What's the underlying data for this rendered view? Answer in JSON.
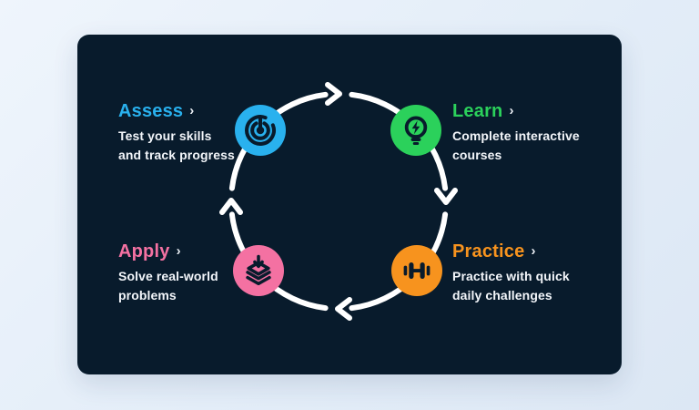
{
  "page": {
    "background_top": "#EFF5FC",
    "background_bottom": "#DCE7F4"
  },
  "card": {
    "background": "#081B2C",
    "ring_color": "#FFFFFF",
    "direction": "clockwise"
  },
  "cycle": {
    "steps": [
      {
        "id": "assess",
        "label": "Assess",
        "chevron": "›",
        "description_lines": [
          "Test your skills",
          "and track progress"
        ],
        "color": "#29B1EE",
        "icon": "target-spiral-icon",
        "position": "top-left"
      },
      {
        "id": "learn",
        "label": "Learn",
        "chevron": "›",
        "description_lines": [
          "Complete interactive",
          "courses"
        ],
        "color": "#2BD15B",
        "icon": "lightbulb-bolt-icon",
        "position": "top-right"
      },
      {
        "id": "apply",
        "label": "Apply",
        "chevron": "›",
        "description_lines": [
          "Solve real-world",
          "problems"
        ],
        "color": "#F471A2",
        "icon": "layers-insert-icon",
        "position": "bottom-left"
      },
      {
        "id": "practice",
        "label": "Practice",
        "chevron": "›",
        "description_lines": [
          "Practice with quick",
          "daily challenges"
        ],
        "color": "#F7931E",
        "icon": "dumbbell-icon",
        "position": "bottom-right"
      }
    ]
  }
}
